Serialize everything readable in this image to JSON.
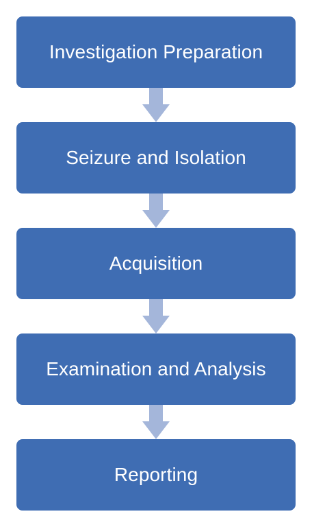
{
  "flowchart": {
    "steps": [
      {
        "label": "Investigation Preparation"
      },
      {
        "label": "Seizure and Isolation"
      },
      {
        "label": "Acquisition"
      },
      {
        "label": "Examination and Analysis"
      },
      {
        "label": "Reporting"
      }
    ]
  },
  "colors": {
    "box_fill": "#3f6db3",
    "box_text": "#ffffff",
    "arrow_fill": "#a4b6da",
    "background": "#ffffff"
  },
  "icons": {
    "connector": "down-arrow-icon"
  }
}
